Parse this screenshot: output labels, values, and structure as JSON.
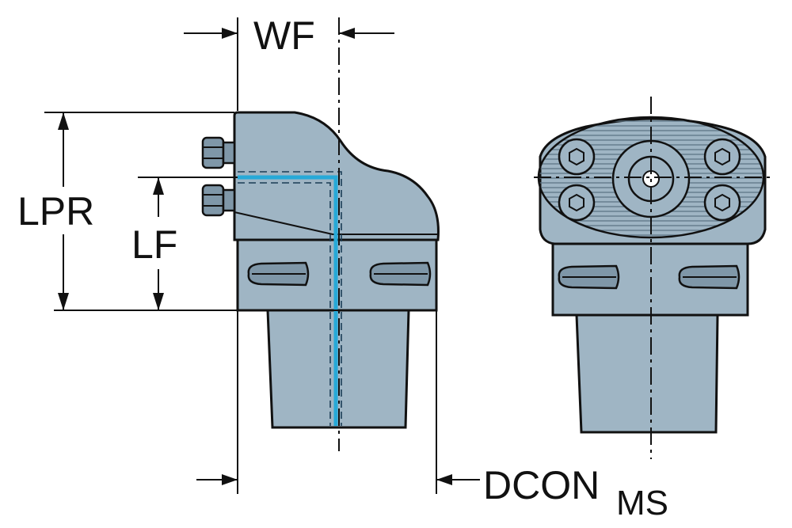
{
  "labels": {
    "wf": "WF",
    "lpr": "LPR",
    "lf": "LF",
    "dcon": "DCON",
    "dcon_sub": "MS"
  },
  "colors": {
    "body": "#9fb5c4",
    "coolant": "#27a9d8",
    "line": "#111111"
  },
  "icons": [
    "clamp-screw-icon",
    "hex-socket-icon",
    "coolant-channel-icon"
  ]
}
